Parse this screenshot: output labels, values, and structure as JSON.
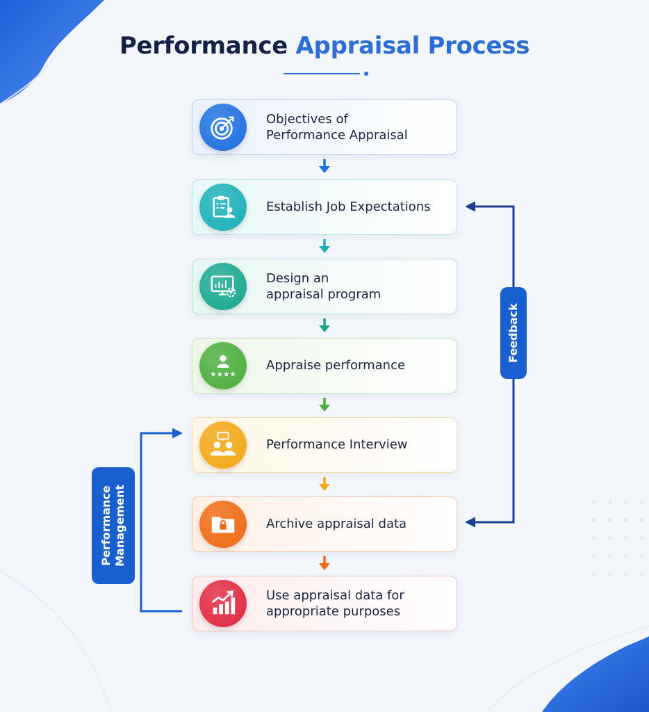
{
  "title": {
    "part1": "Performance ",
    "part2": "Appraisal Process"
  },
  "steps": [
    {
      "label": "Objectives of\nPerformance Appraisal",
      "icon": "target-icon",
      "color": "#1e6fe0",
      "bg": "#eaf2fd",
      "border": "#b9d1f3"
    },
    {
      "label": "Establish Job Expectations",
      "icon": "clipboard-user-icon",
      "color": "#1bb0b8",
      "bg": "#e8f8f8",
      "border": "#b5e3e6"
    },
    {
      "label": "Design an\nappraisal program",
      "icon": "monitor-gear-icon",
      "color": "#18a890",
      "bg": "#e8f7f3",
      "border": "#b3e2d8"
    },
    {
      "label": "Appraise performance",
      "icon": "user-stars-icon",
      "color": "#4aae3c",
      "bg": "#eef8ea",
      "border": "#c3e6b9"
    },
    {
      "label": "Performance Interview",
      "icon": "two-users-chat-icon",
      "color": "#f3a716",
      "bg": "#fff6e6",
      "border": "#f5dba8"
    },
    {
      "label": "Archive appraisal data",
      "icon": "locked-folder-icon",
      "color": "#ef6a12",
      "bg": "#fff0e6",
      "border": "#f5c9a8"
    },
    {
      "label": "Use appraisal data for\nappropriate purposes",
      "icon": "growth-chart-icon",
      "color": "#e0283f",
      "bg": "#fdeced",
      "border": "#f3bfc4"
    }
  ],
  "arrow_colors": [
    "#1e6fe0",
    "#1bb0b8",
    "#18a890",
    "#4aae3c",
    "#f3a716",
    "#ef6a12"
  ],
  "feedback": {
    "label": "Feedback",
    "color": "#1a5fd0"
  },
  "performance_management": {
    "label": "Performance\nManagement",
    "color": "#1a5fd0"
  }
}
